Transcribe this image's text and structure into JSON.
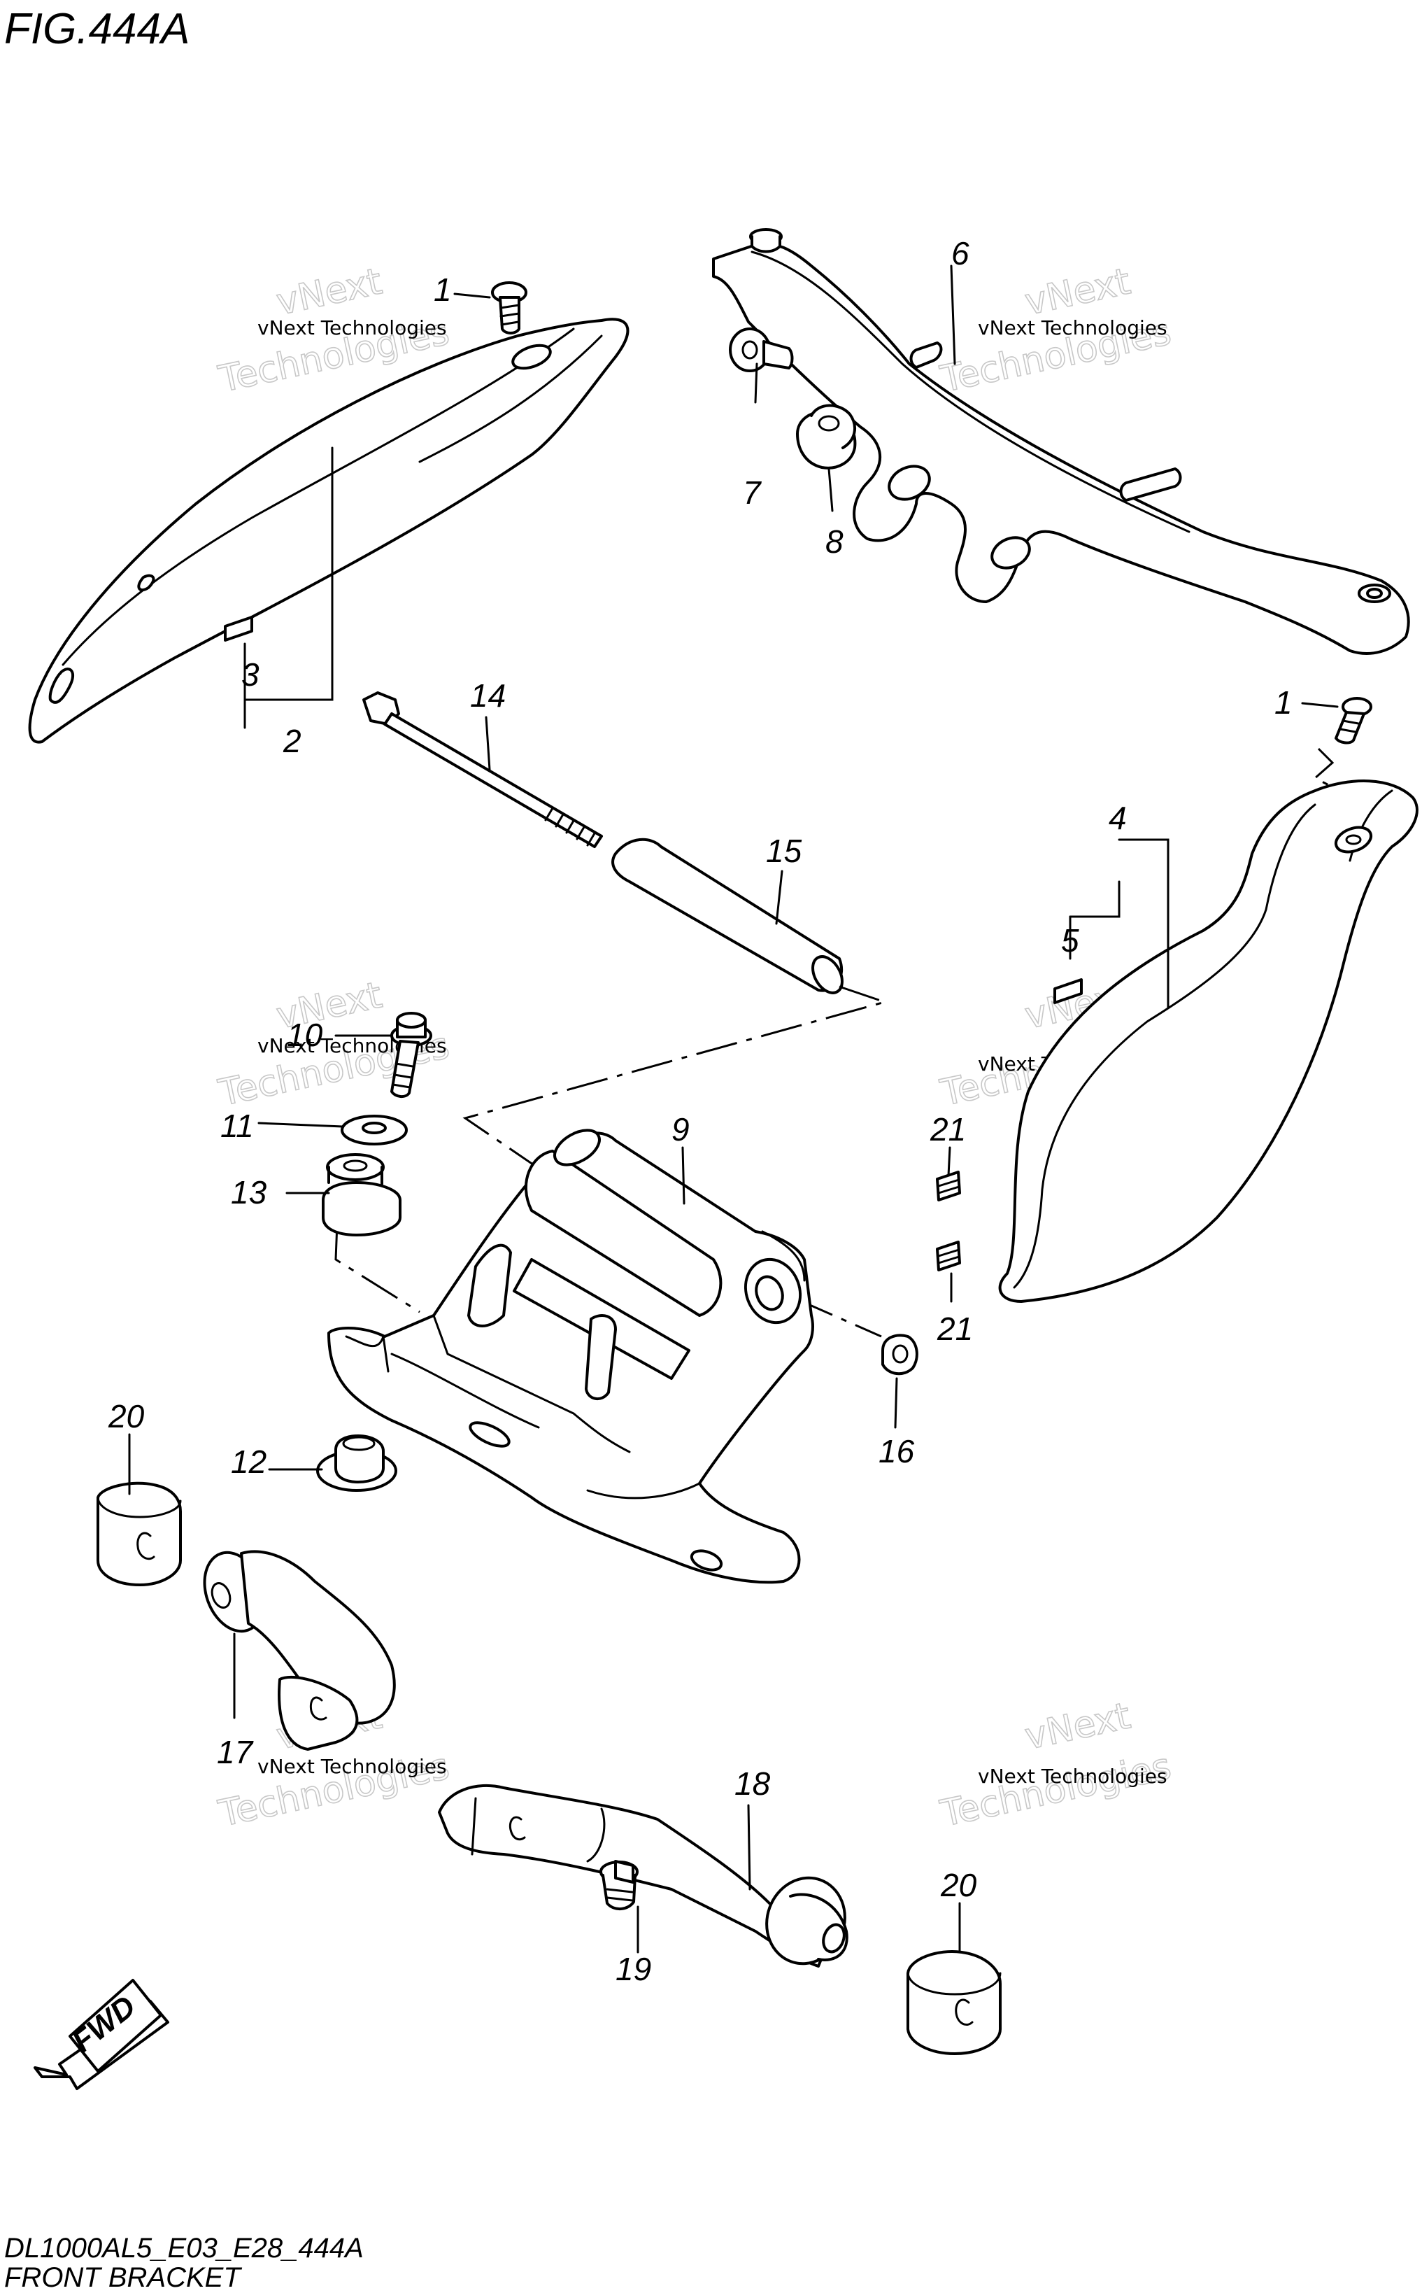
{
  "figure": {
    "title": "FIG.444A",
    "model_code": "DL1000AL5_E03_E28_444A",
    "caption": "FRONT BRACKET",
    "fwd_label": "FWD"
  },
  "watermark": {
    "line1": "vNext Technologies",
    "line2": "Technologies",
    "line3": "vNext"
  },
  "callouts": [
    "1",
    "2",
    "3",
    "6",
    "7",
    "8",
    "14",
    "15",
    "1",
    "4",
    "5",
    "10",
    "11",
    "13",
    "9",
    "21",
    "21",
    "16",
    "20",
    "12",
    "17",
    "18",
    "19",
    "20"
  ]
}
